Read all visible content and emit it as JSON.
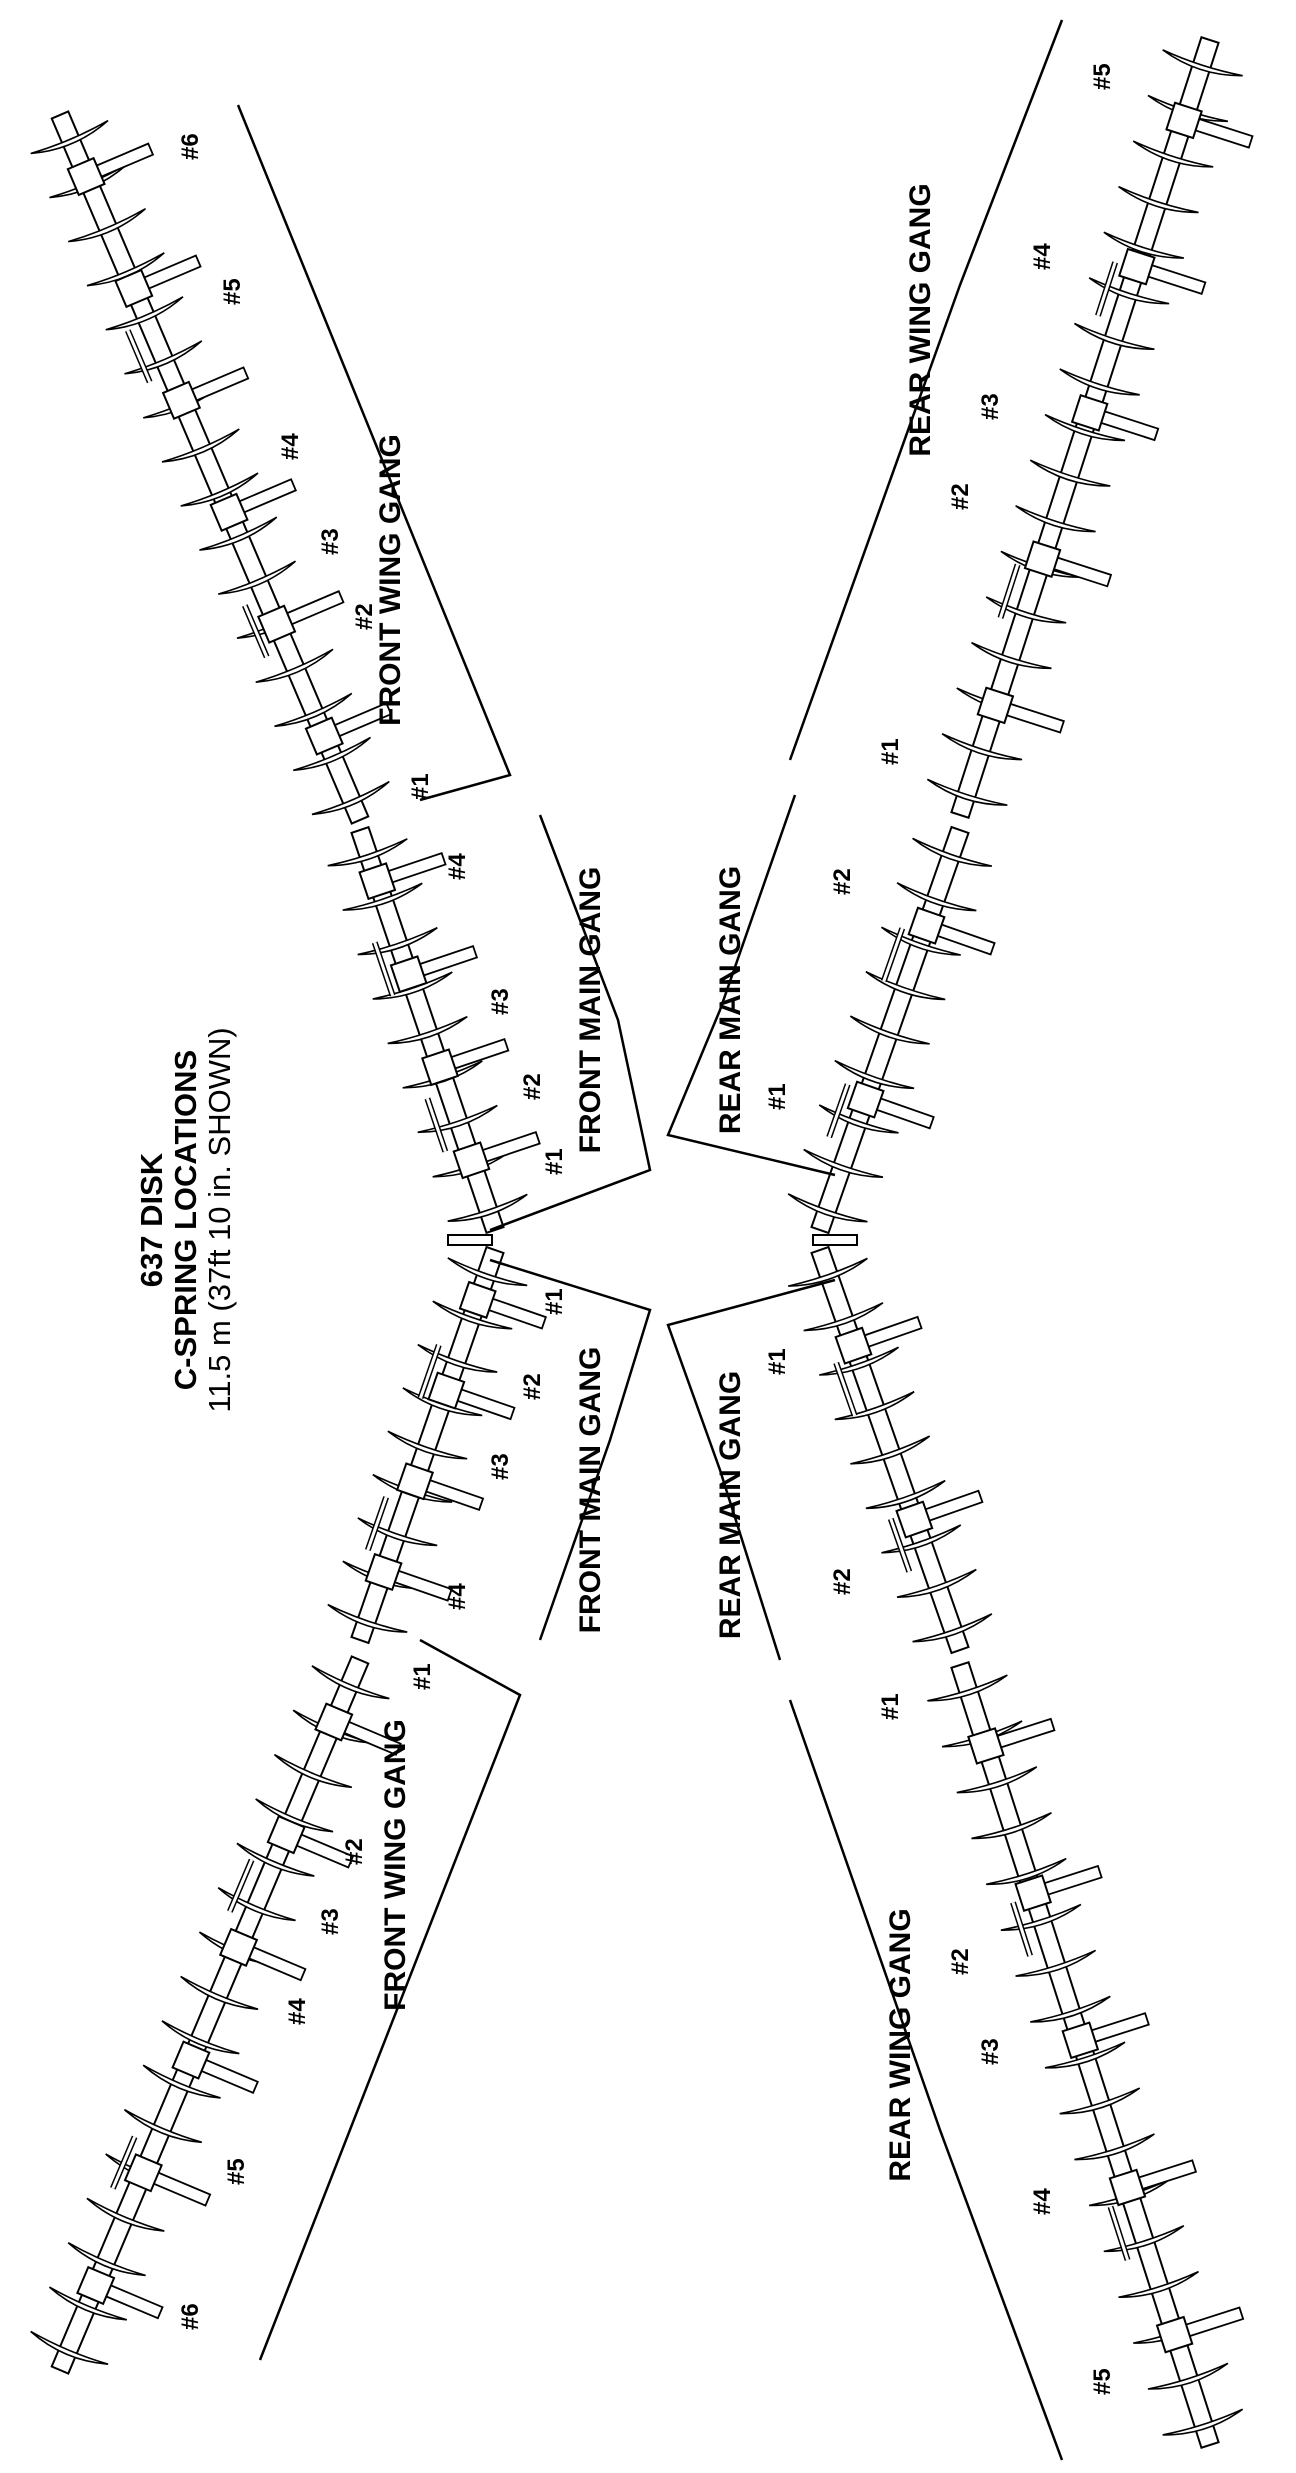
{
  "title": {
    "line1": "637 DISK",
    "line2": "C-SPRING LOCATIONS",
    "line3": "11.5 m (37ft 10 in. SHOWN)"
  },
  "labels": {
    "front_wing_gang": "FRONT WING GANG",
    "front_main_gang": "FRONT MAIN GANG",
    "rear_main_gang": "REAR MAIN GANG",
    "rear_wing_gang": "REAR WING GANG"
  },
  "spring_numbers": {
    "n1": "#1",
    "n2": "#2",
    "n3": "#3",
    "n4": "#4",
    "n5": "#5",
    "n6": "#6"
  }
}
